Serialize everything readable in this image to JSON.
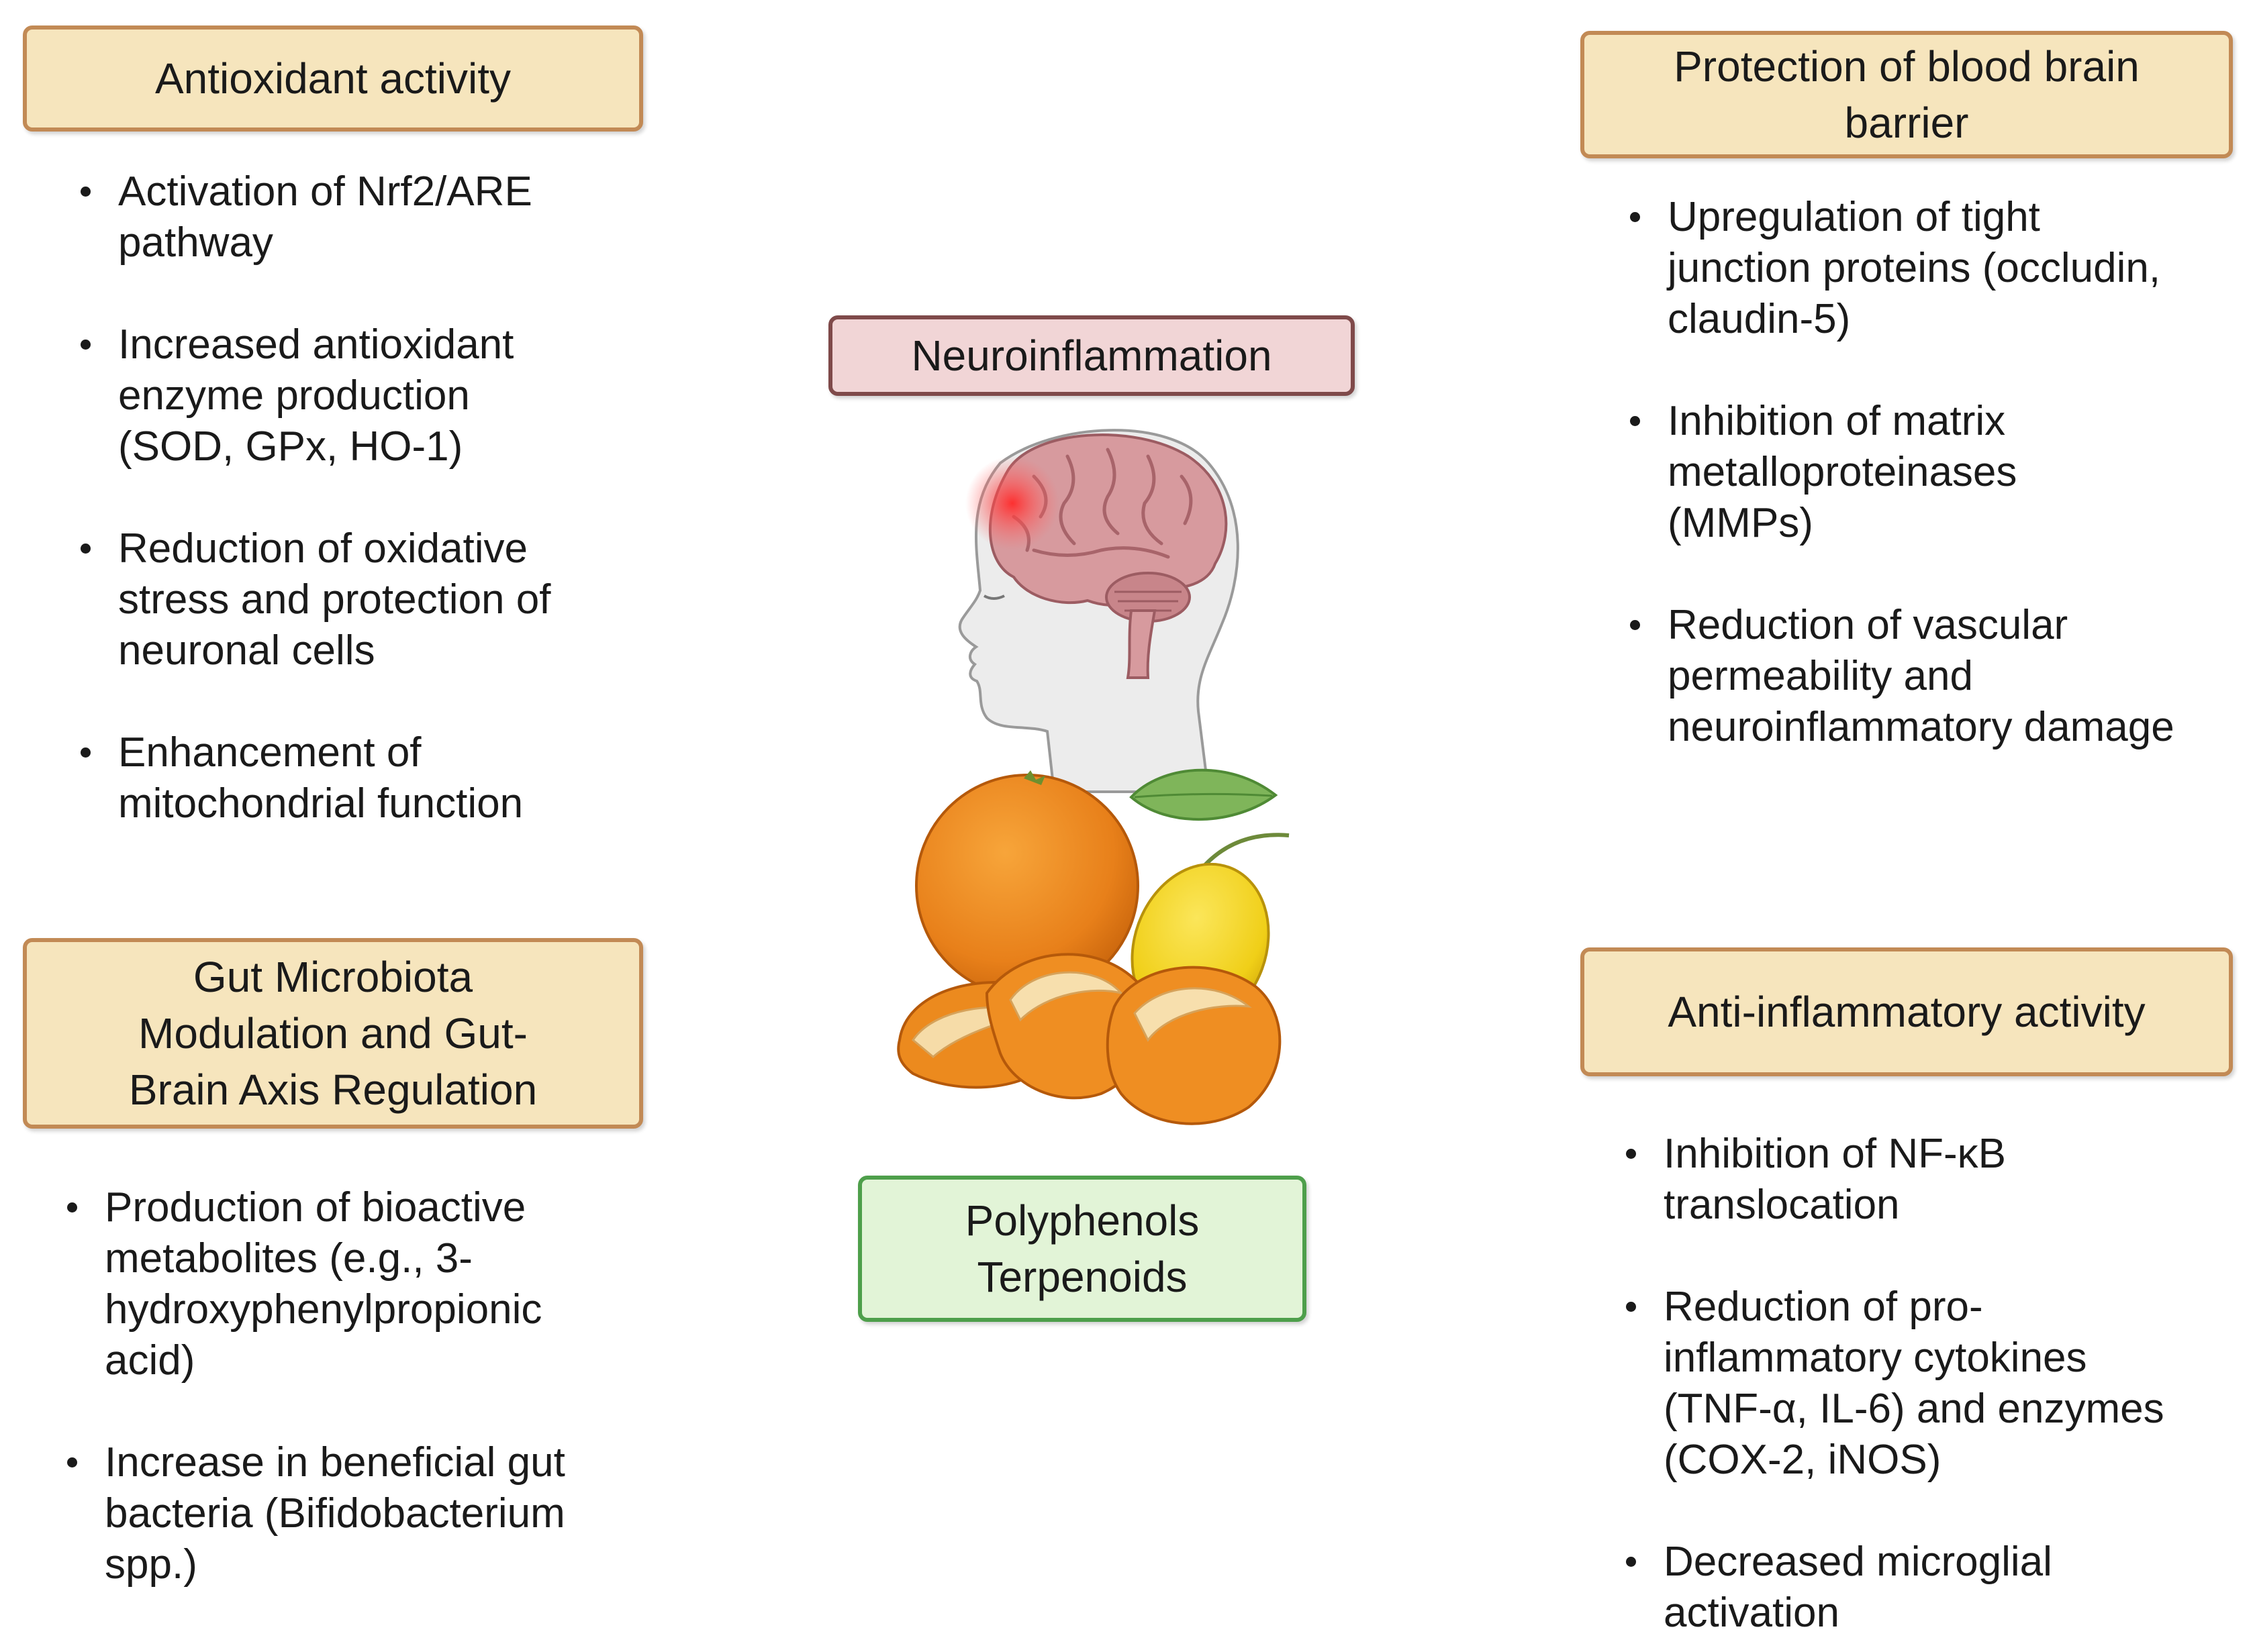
{
  "center": {
    "title": "Neuroinflammation",
    "compounds": [
      "Polyphenols",
      "Terpenoids"
    ]
  },
  "antioxidant": {
    "title": "Antioxidant activity",
    "items": [
      {
        "lines": [
          "Activation of Nrf2/ARE",
          "pathway"
        ]
      },
      {
        "lines": [
          "Increased antioxidant",
          "enzyme production",
          "(SOD, GPx, HO-1)"
        ]
      },
      {
        "lines": [
          "Reduction of oxidative",
          "stress and protection of",
          "neuronal cells"
        ]
      },
      {
        "lines": [
          "Enhancement of",
          "mitochondrial function"
        ]
      }
    ]
  },
  "gut": {
    "title": [
      "Gut Microbiota",
      "Modulation and Gut-",
      "Brain Axis Regulation"
    ],
    "items": [
      {
        "lines": [
          "Production of bioactive",
          "metabolites (e.g., 3-",
          "hydroxyphenylpropionic",
          "acid)"
        ]
      },
      {
        "lines": [
          "Increase in beneficial gut",
          "bacteria (Bifidobacterium",
          "spp.)"
        ]
      }
    ]
  },
  "bbb": {
    "title": [
      "Protection of blood brain",
      "barrier"
    ],
    "items": [
      {
        "lines": [
          "Upregulation of tight",
          "junction proteins (occludin,",
          "claudin-5)"
        ]
      },
      {
        "lines": [
          "Inhibition of matrix",
          "metalloproteinases",
          "(MMPs)"
        ]
      },
      {
        "lines": [
          "Reduction of vascular",
          "permeability and",
          "neuroinflammatory damage"
        ]
      }
    ]
  },
  "antiinflammatory": {
    "title": "Anti-inflammatory activity",
    "items": [
      {
        "lines": [
          "Inhibition of NF-κB",
          "translocation"
        ]
      },
      {
        "lines": [
          "Reduction of pro-",
          "inflammatory cytokines",
          "(TNF-α, IL-6) and enzymes",
          "(COX-2, iNOS)"
        ]
      },
      {
        "lines": [
          "Decreased microglial",
          "activation"
        ]
      }
    ]
  },
  "colors": {
    "tan_fill": "#f6e5bd",
    "tan_border": "#c28a55",
    "pink_fill": "#f1d5d6",
    "pink_border": "#7f4a4a",
    "green_fill": "#e2f4d7",
    "green_border": "#4e9f4b"
  },
  "icons": [
    "head-silhouette-icon",
    "brain-icon",
    "inflammation-glow-icon",
    "orange-icon",
    "lemon-icon",
    "leaf-icon",
    "orange-peel-icon"
  ]
}
